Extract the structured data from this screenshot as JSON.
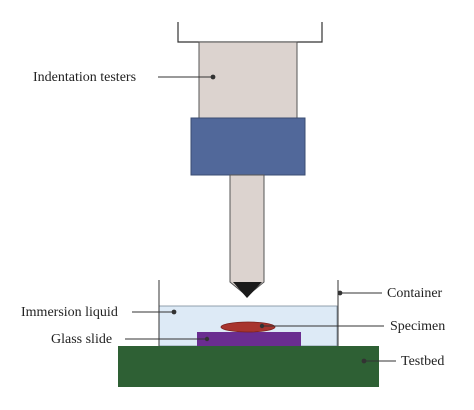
{
  "labels": {
    "indentation_testers": "Indentation testers",
    "container": "Container",
    "immersion_liquid": "Immersion liquid",
    "specimen": "Specimen",
    "glass_slide": "Glass slide",
    "testbed": "Testbed"
  },
  "colors": {
    "frame": "#333333",
    "tester_body": "#dcd3cf",
    "tester_block": "#51689a",
    "indenter_shaft": "#dcd3cf",
    "indenter_tip": "#1a1a1a",
    "immersion_liquid": "#ddeaf6",
    "container_outline": "#555555",
    "specimen": "#a8342e",
    "glass_slide": "#6a2d90",
    "testbed": "#2e6034"
  }
}
